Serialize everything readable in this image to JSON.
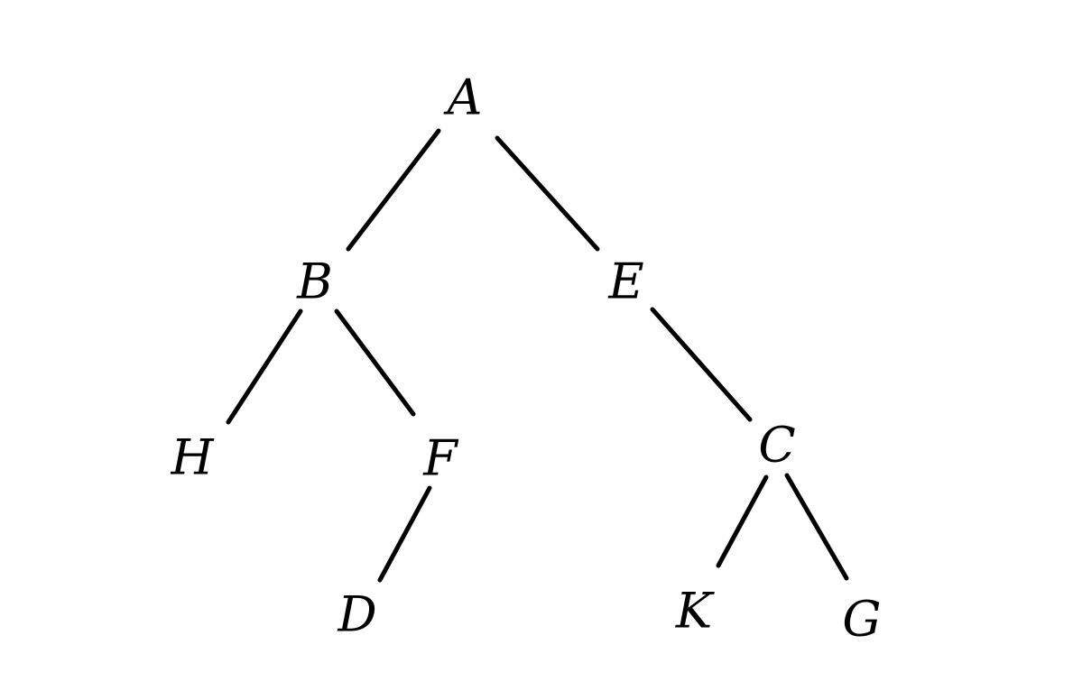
{
  "diagram": {
    "type": "binary-tree",
    "nodes": [
      {
        "id": "A",
        "label": "A"
      },
      {
        "id": "B",
        "label": "B"
      },
      {
        "id": "E",
        "label": "E"
      },
      {
        "id": "H",
        "label": "H"
      },
      {
        "id": "F",
        "label": "F"
      },
      {
        "id": "C",
        "label": "C"
      },
      {
        "id": "D",
        "label": "D"
      },
      {
        "id": "K",
        "label": "K"
      },
      {
        "id": "G",
        "label": "G"
      }
    ],
    "edges": [
      {
        "from": "A",
        "to": "B"
      },
      {
        "from": "A",
        "to": "E"
      },
      {
        "from": "B",
        "to": "H"
      },
      {
        "from": "B",
        "to": "F"
      },
      {
        "from": "F",
        "to": "D"
      },
      {
        "from": "E",
        "to": "C"
      },
      {
        "from": "C",
        "to": "K"
      },
      {
        "from": "C",
        "to": "G"
      }
    ],
    "colors": {
      "line": "#000000",
      "text": "#000000",
      "background": "#ffffff"
    }
  }
}
